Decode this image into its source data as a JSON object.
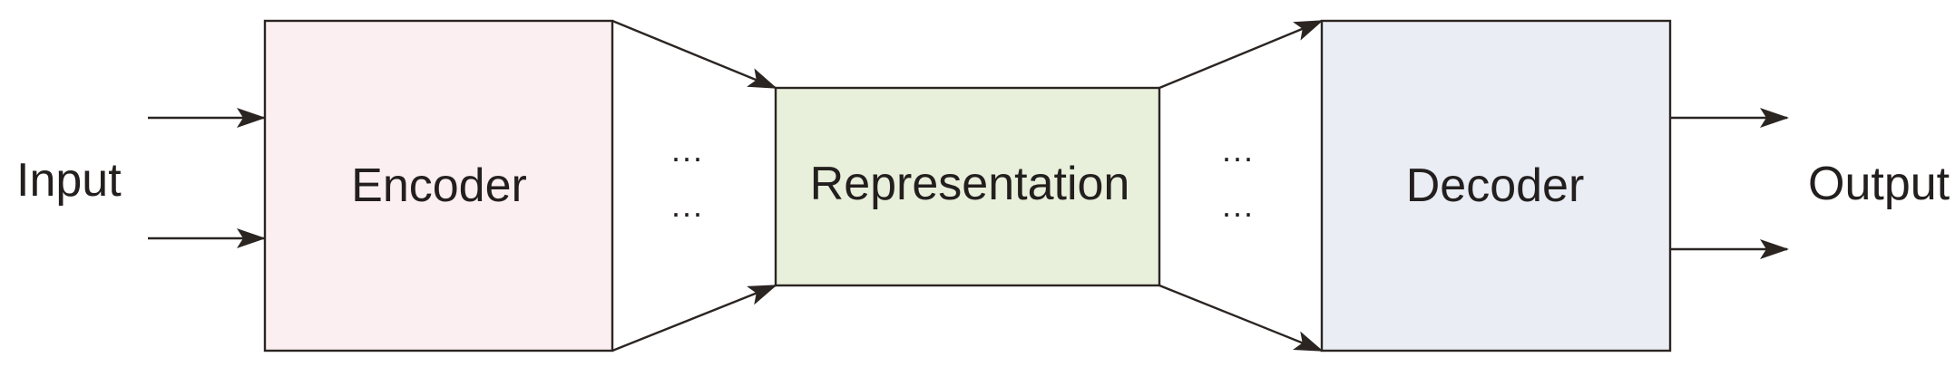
{
  "labels": {
    "input": "Input",
    "encoder": "Encoder",
    "representation": "Representation",
    "decoder": "Decoder",
    "output": "Output"
  },
  "ellipses": {
    "left_top": "...",
    "left_bottom": "...",
    "right_top": "...",
    "right_bottom": "..."
  },
  "colors": {
    "encoder_fill": "#fbeff1",
    "representation_fill": "#e8efda",
    "decoder_fill": "#eaedf4",
    "stroke": "#2b2522"
  }
}
